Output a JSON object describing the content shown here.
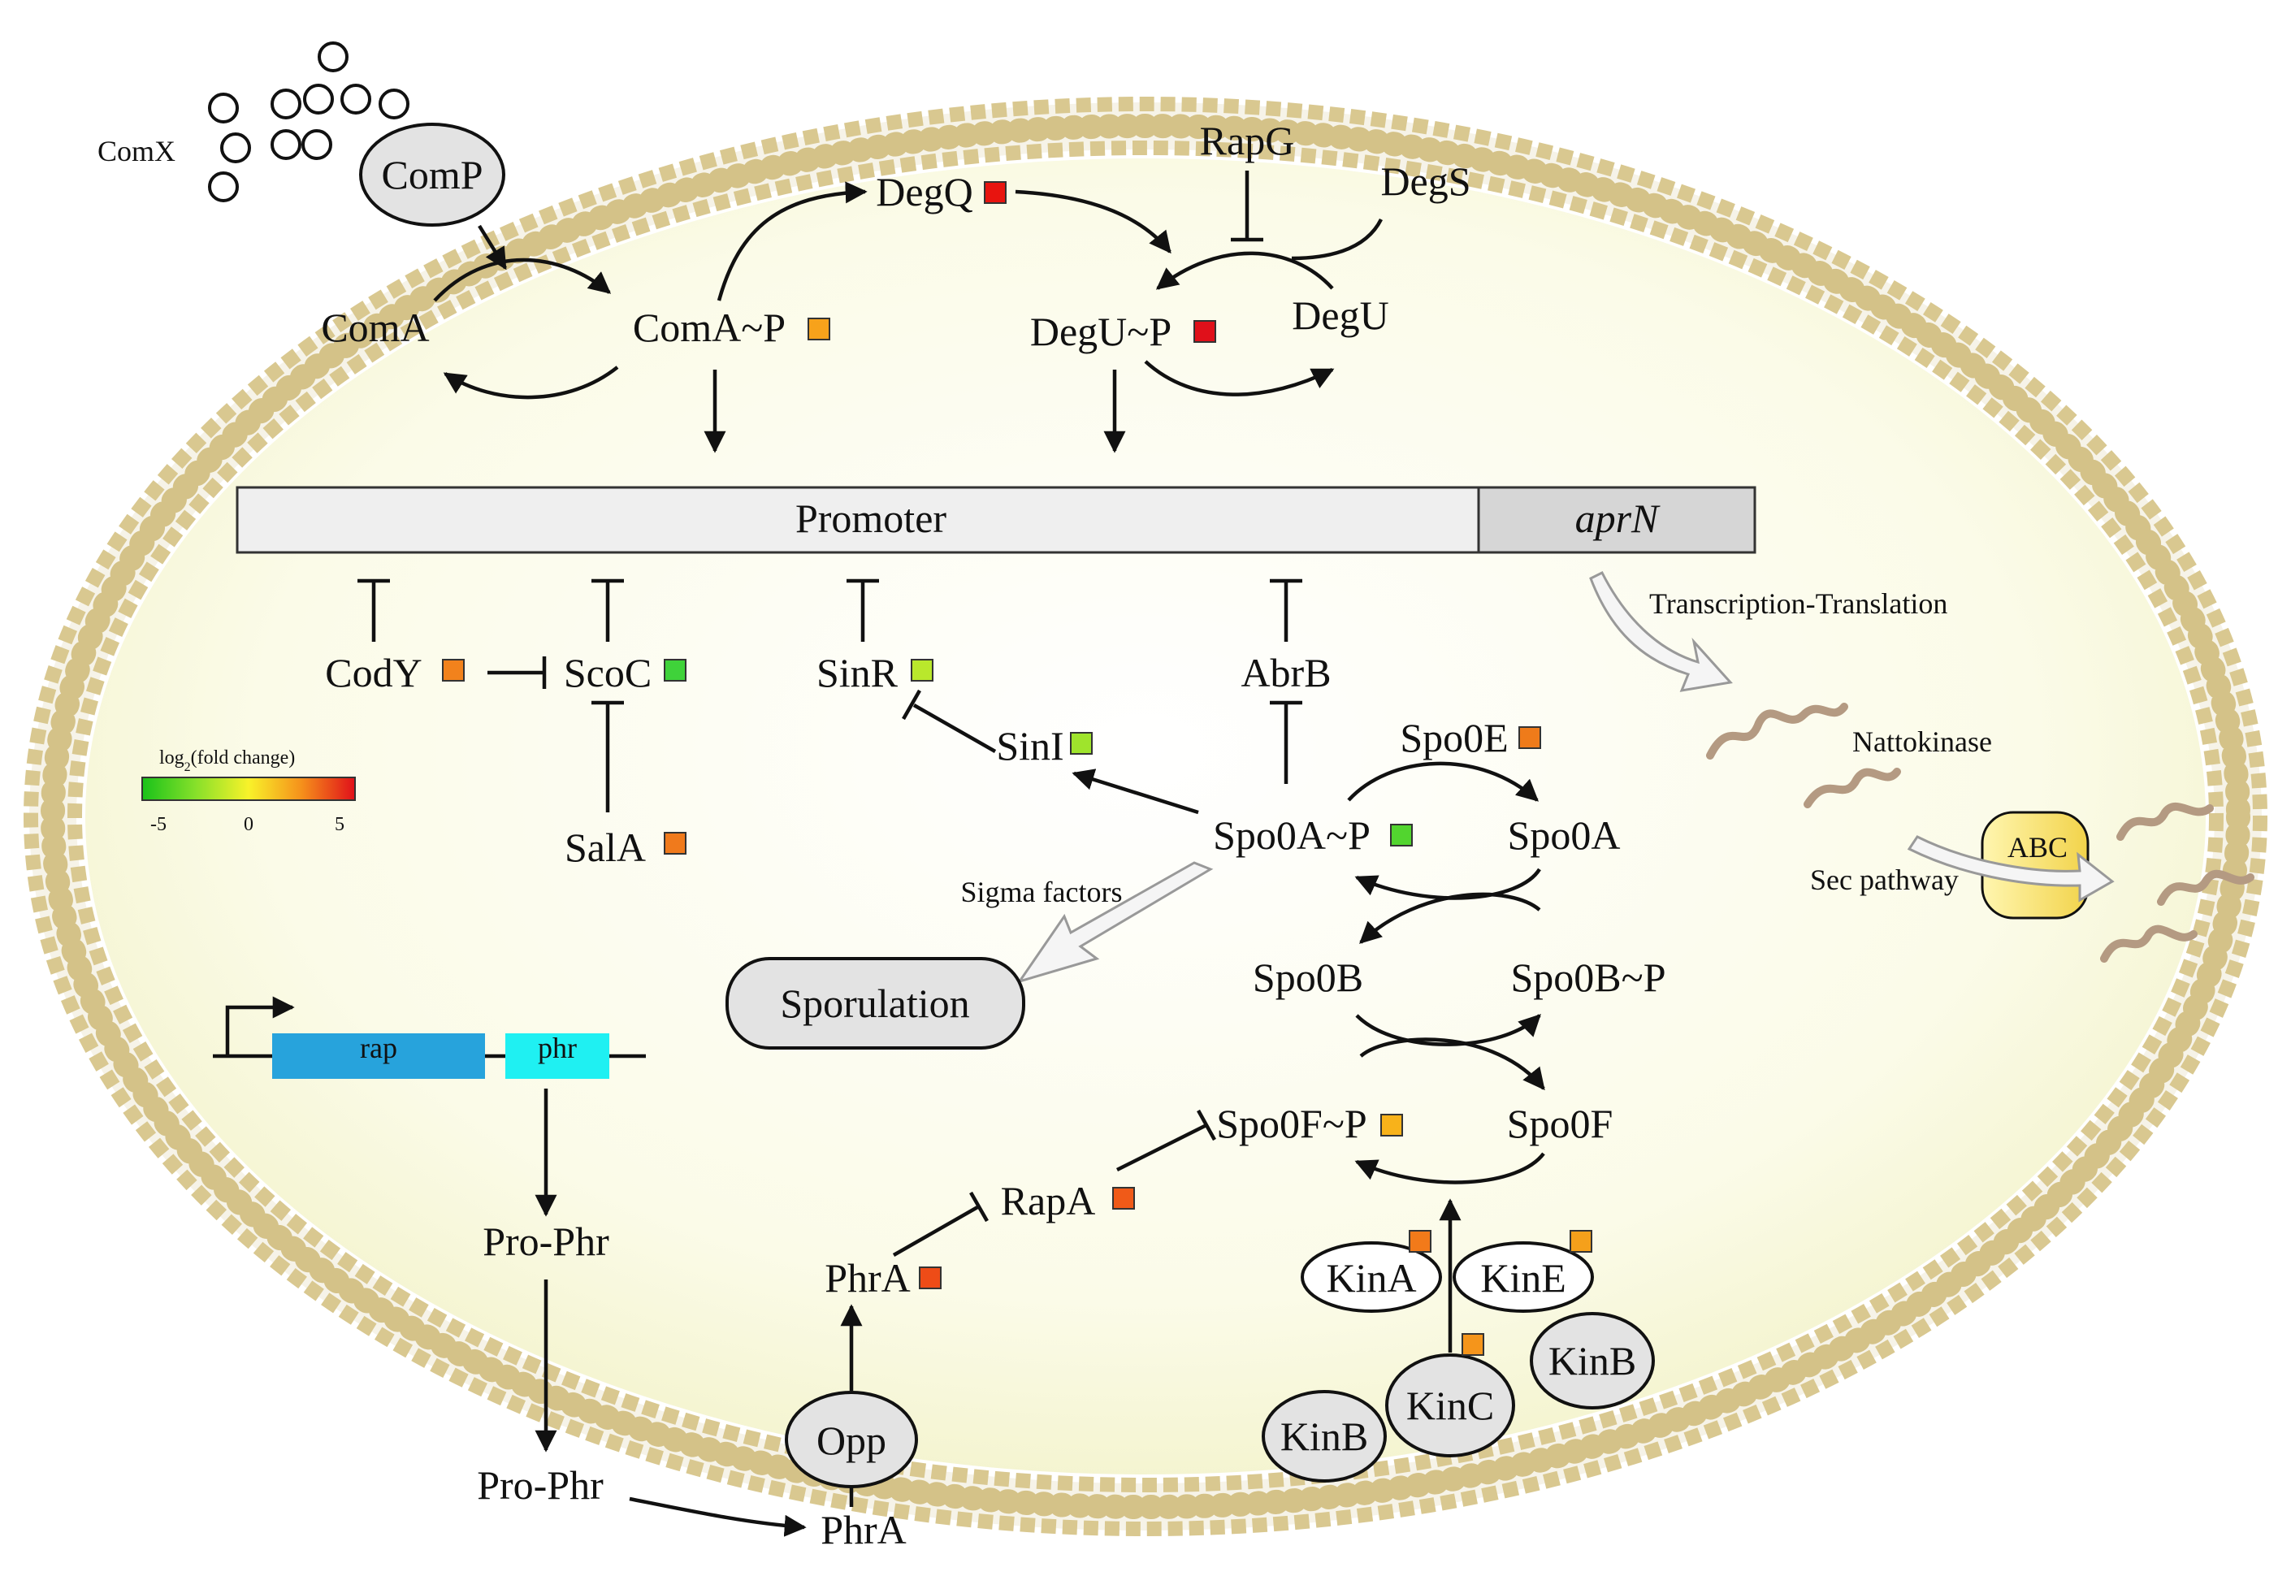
{
  "signal": {
    "comx": "ComX",
    "comp": "ComP"
  },
  "nodes": {
    "coma": "ComA",
    "comap": "ComA~P",
    "degq": "DegQ",
    "rapg": "RapG",
    "degs": "DegS",
    "degup": "DegU~P",
    "degu": "DegU",
    "promoter": "Promoter",
    "aprn": "aprN",
    "cody": "CodY",
    "scoc": "ScoC",
    "sala": "SalA",
    "sinr": "SinR",
    "sini": "SinI",
    "abrb": "AbrB",
    "spo0e": "Spo0E",
    "spo0ap": "Spo0A~P",
    "spo0a": "Spo0A",
    "spo0b": "Spo0B",
    "spo0bp": "Spo0B~P",
    "spo0fp": "Spo0F~P",
    "spo0f": "Spo0F",
    "sigma": "Sigma factors",
    "sporulation": "Sporulation",
    "rap": "rap",
    "phr": "phr",
    "prophr1": "Pro-Phr",
    "prophr2": "Pro-Phr",
    "phra_out": "PhrA",
    "phra_in": "PhrA",
    "rapa": "RapA",
    "opp": "Opp",
    "kina": "KinA",
    "kine": "KinE",
    "kinb1": "KinB",
    "kinb2": "KinB",
    "kinc": "KinC"
  },
  "secretion": {
    "txtl": "Transcription-Translation",
    "nattokinase": "Nattokinase",
    "sec": "Sec pathway",
    "abc": "ABC"
  },
  "legend": {
    "title_prefix": "log",
    "title_sub": "2",
    "title_suffix": "(fold change)",
    "ticks": [
      "-5",
      "0",
      "5"
    ]
  },
  "fold_colors": {
    "comap": "#f7a21b",
    "degq": "#e8140f",
    "degup": "#e0101a",
    "cody": "#f2821c",
    "scoc": "#3fd23a",
    "sala": "#f07a1c",
    "sinr": "#b9e82c",
    "sini": "#9fe42c",
    "spo0e": "#ef7b1a",
    "spo0ap": "#52d52f",
    "spo0fp": "#f8b21a",
    "rapa": "#f05a18",
    "phra": "#ee4c17",
    "kina": "#f27a1a",
    "kine": "#f5a01b",
    "kinc": "#f5951b"
  }
}
